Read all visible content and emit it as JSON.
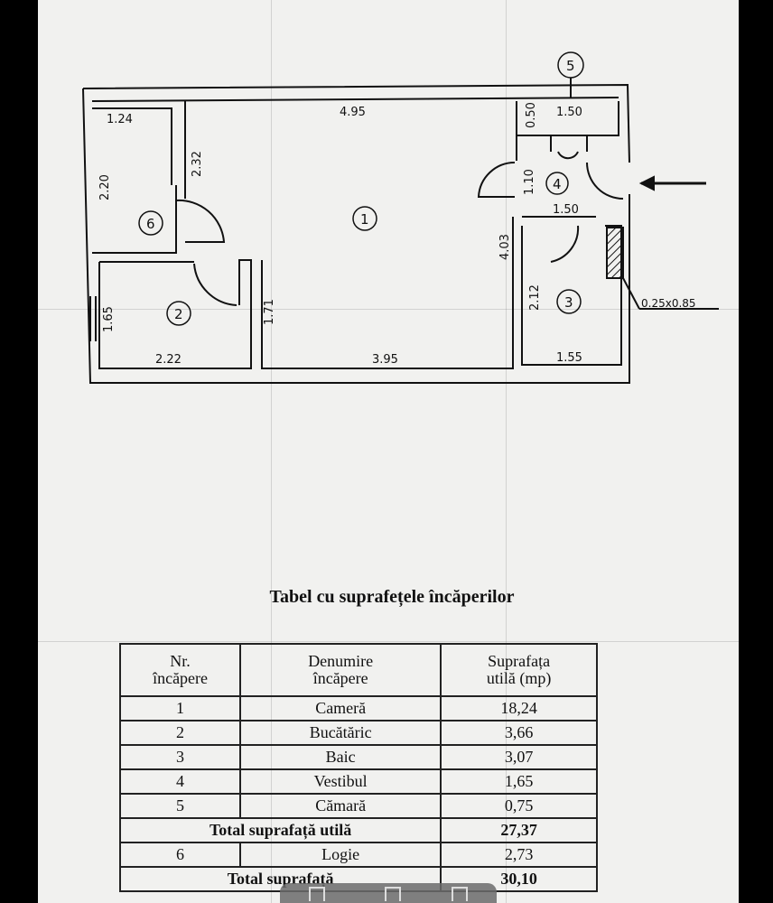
{
  "plan": {
    "dimensions": {
      "d_124": "1.24",
      "d_495": "4.95",
      "d_050": "0.50",
      "d_150_top": "1.50",
      "d_220": "2.20",
      "d_232": "2.32",
      "d_110": "1.10",
      "d_150_mid": "1.50",
      "d_403": "4.03",
      "d_212": "2.12",
      "d_165": "1.65",
      "d_171": "1.71",
      "d_222": "2.22",
      "d_395": "3.95",
      "d_155": "1.55",
      "d_vent": "0.25x0.85"
    },
    "rooms": {
      "r1": "1",
      "r2": "2",
      "r3": "3",
      "r4": "4",
      "r5": "5",
      "r6": "6"
    }
  },
  "table": {
    "title": "Tabel cu suprafețele încăperilor",
    "headers": {
      "nr": [
        "Nr.",
        "încăpere"
      ],
      "name": [
        "Denumire",
        "încăpere"
      ],
      "area": [
        "Suprafața",
        "utilă (mp)"
      ]
    },
    "rows": [
      {
        "nr": "1",
        "name": "Cameră",
        "area": "18,24"
      },
      {
        "nr": "2",
        "name": "Bucătăric",
        "area": "3,66"
      },
      {
        "nr": "3",
        "name": "Baic",
        "area": "3,07"
      },
      {
        "nr": "4",
        "name": "Vestibul",
        "area": "1,65"
      },
      {
        "nr": "5",
        "name": "Cămară",
        "area": "0,75"
      }
    ],
    "total_useful": {
      "label": "Total suprafață utilă",
      "area": "27,37"
    },
    "row6": {
      "nr": "6",
      "name": "Logie",
      "area": "2,73"
    },
    "total": {
      "label": "Total suprafață",
      "area": "30,10"
    }
  }
}
